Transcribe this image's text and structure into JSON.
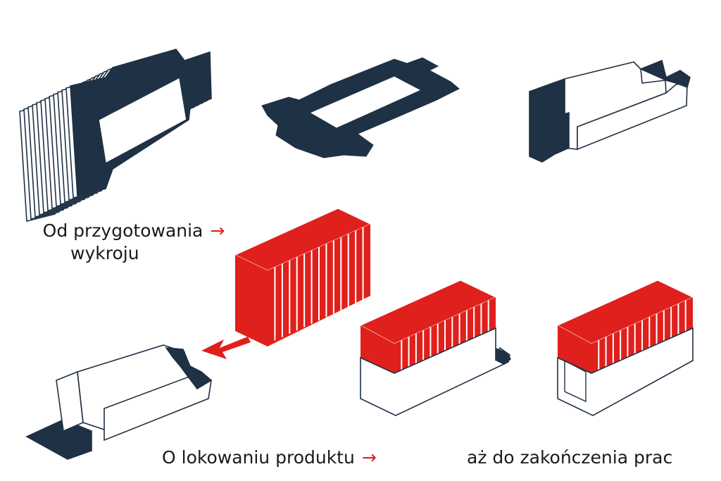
{
  "colors": {
    "navy": "#1f3144",
    "red": "#e0201c",
    "outline": "#1f3144",
    "paper": "#ffffff"
  },
  "captions": {
    "step1_line1": "Od przygotowania",
    "step1_line2": "wykroju",
    "step2": "O lokowaniu produktu",
    "step3": "aż do zakończenia prac",
    "arrow": "→"
  },
  "illustrations": [
    {
      "name": "stack-of-blanks",
      "color": "navy"
    },
    {
      "name": "flat-blank",
      "color": "navy"
    },
    {
      "name": "folded-tray",
      "color": "navy"
    },
    {
      "name": "product-block",
      "color": "red"
    },
    {
      "name": "open-tray-empty",
      "color": "navy"
    },
    {
      "name": "tray-with-product",
      "color": "red"
    },
    {
      "name": "closed-tray-with-product",
      "color": "red"
    }
  ]
}
